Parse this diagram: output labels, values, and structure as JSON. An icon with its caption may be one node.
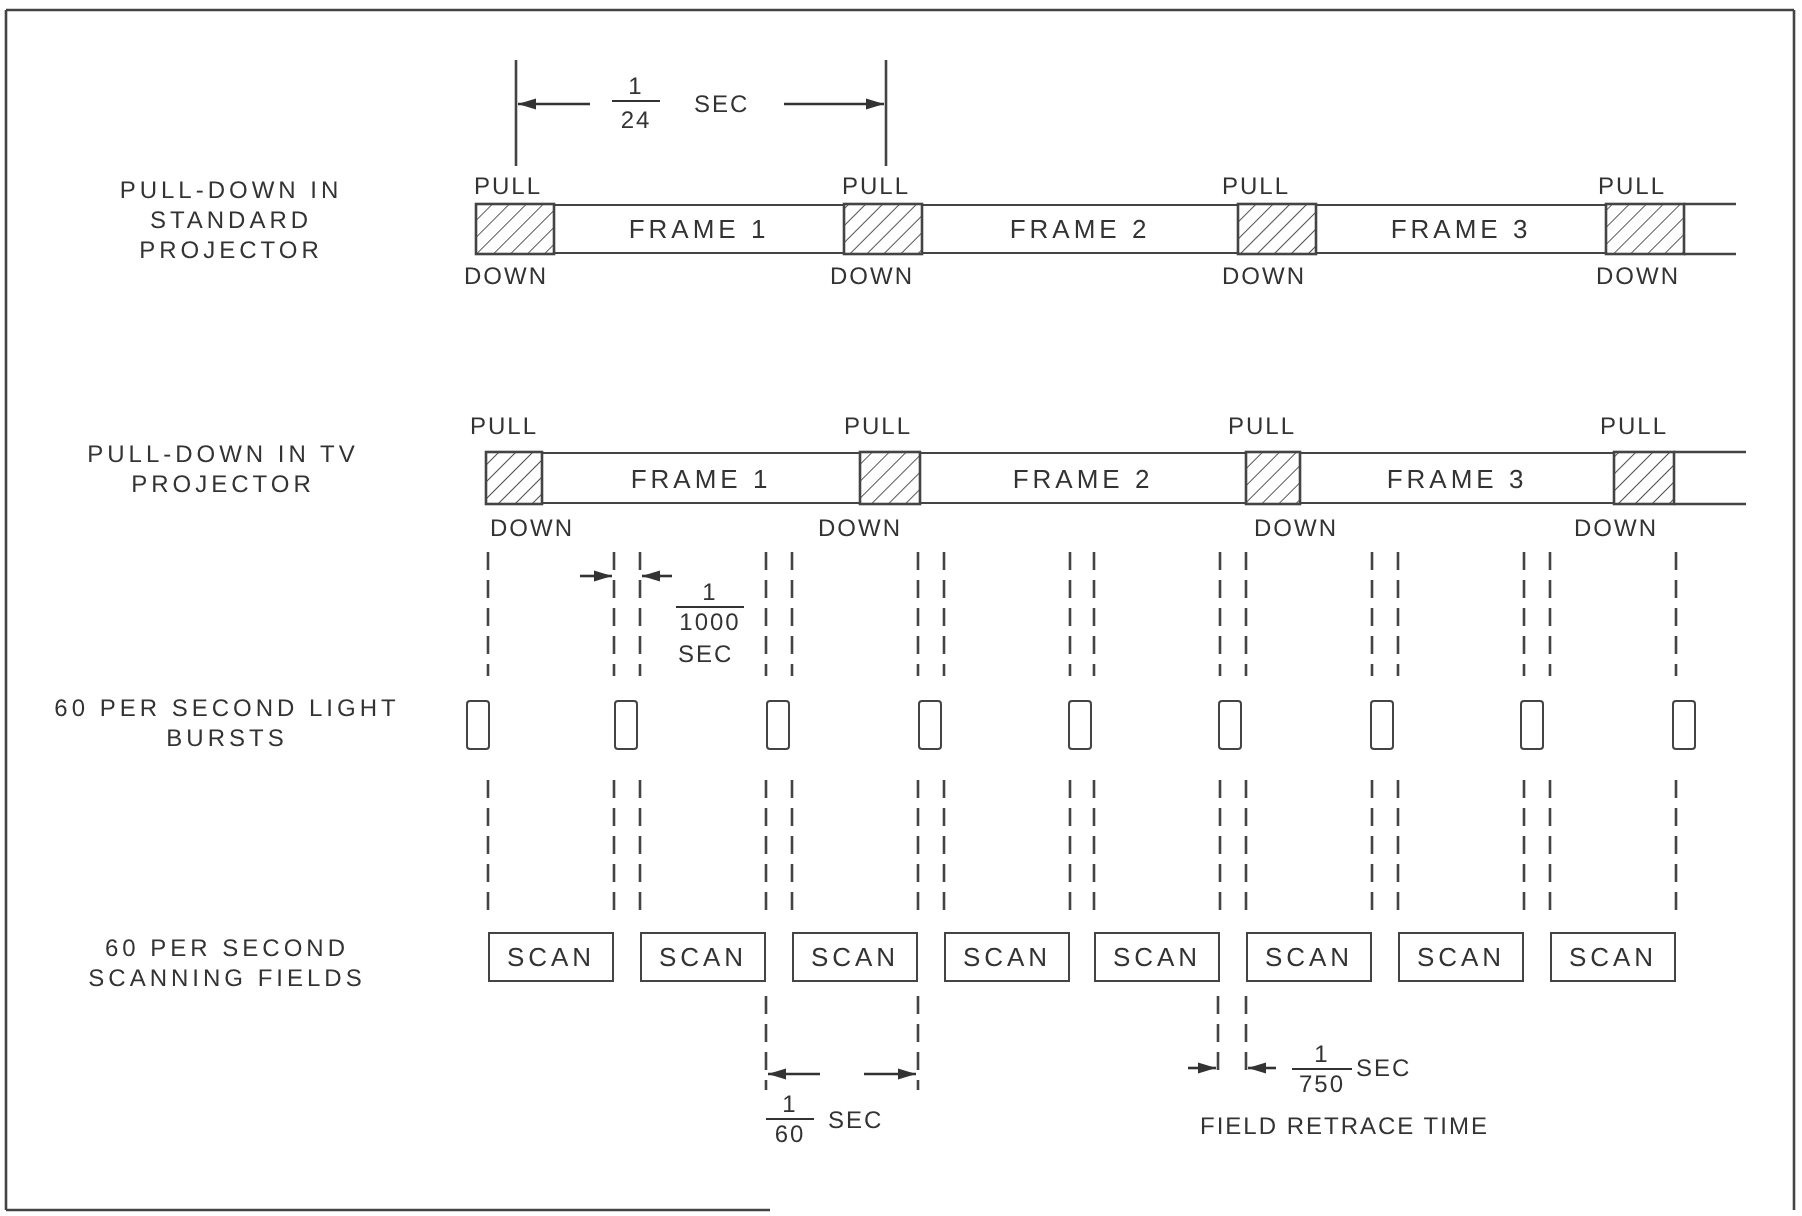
{
  "diagram": {
    "nodes": [
      {
        "text": [
          "FRAME 1"
        ]
      },
      {
        "text": [
          "FRAME 2"
        ]
      },
      {
        "text": [
          "FRAME 3"
        ]
      },
      {
        "text": [
          "FRAME 1"
        ]
      },
      {
        "text": [
          "FRAME 2"
        ]
      },
      {
        "text": [
          "FRAME 3"
        ]
      },
      {
        "text": [],
        "shape": "box"
      },
      {
        "text": [],
        "shape": "box"
      },
      {
        "text": [],
        "shape": "box"
      },
      {
        "text": [],
        "shape": "box"
      },
      {
        "text": [],
        "shape": "box"
      },
      {
        "text": [],
        "shape": "box"
      },
      {
        "text": [],
        "shape": "box"
      },
      {
        "text": [],
        "shape": "box"
      },
      {
        "text": [],
        "shape": "box"
      },
      {
        "text": [
          "SCAN"
        ]
      },
      {
        "text": [
          "SCAN"
        ]
      },
      {
        "text": [
          "SCAN"
        ]
      },
      {
        "text": [
          "SCAN"
        ]
      },
      {
        "text": [
          "SCAN"
        ]
      },
      {
        "text": [
          "SCAN"
        ]
      },
      {
        "text": [
          "SCAN"
        ]
      },
      {
        "text": [
          "SCAN"
        ]
      }
    ],
    "labels": [
      "1",
      "24",
      "SEC",
      "PULL-DOWN IN STANDARD PROJECTOR",
      "PULL",
      "PULL",
      "PULL",
      "PULL",
      "DOWN",
      "DOWN",
      "DOWN",
      "DOWN",
      "PULL-DOWN IN TV PROJECTOR",
      "PULL",
      "PULL",
      "PULL",
      "PULL",
      "DOWN",
      "DOWN",
      "DOWN",
      "DOWN",
      "1",
      "1000",
      "SEC",
      "60 PER SECOND LIGHT BURSTS",
      "60 PER SECOND SCANNING FIELDS",
      "1",
      "60",
      "SEC",
      "1",
      "750",
      "SEC",
      "FIELD RETRACE TIME"
    ]
  }
}
